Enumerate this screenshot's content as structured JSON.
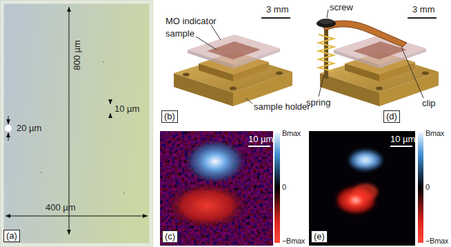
{
  "diagram": {
    "labels": [
      "800 µm",
      "20 µm",
      "10 µm",
      "400 µm",
      "(a)",
      "MO indicator",
      "sample",
      "3 mm",
      "screw",
      "3 mm",
      "spring",
      "(b)",
      "sample holder",
      "clip",
      "(d)",
      "10 µm",
      "Bmax",
      "0",
      "−Bmax",
      "10 µm",
      "Bmax",
      "0",
      "−Bmax",
      "(c)",
      "(e)"
    ]
  }
}
